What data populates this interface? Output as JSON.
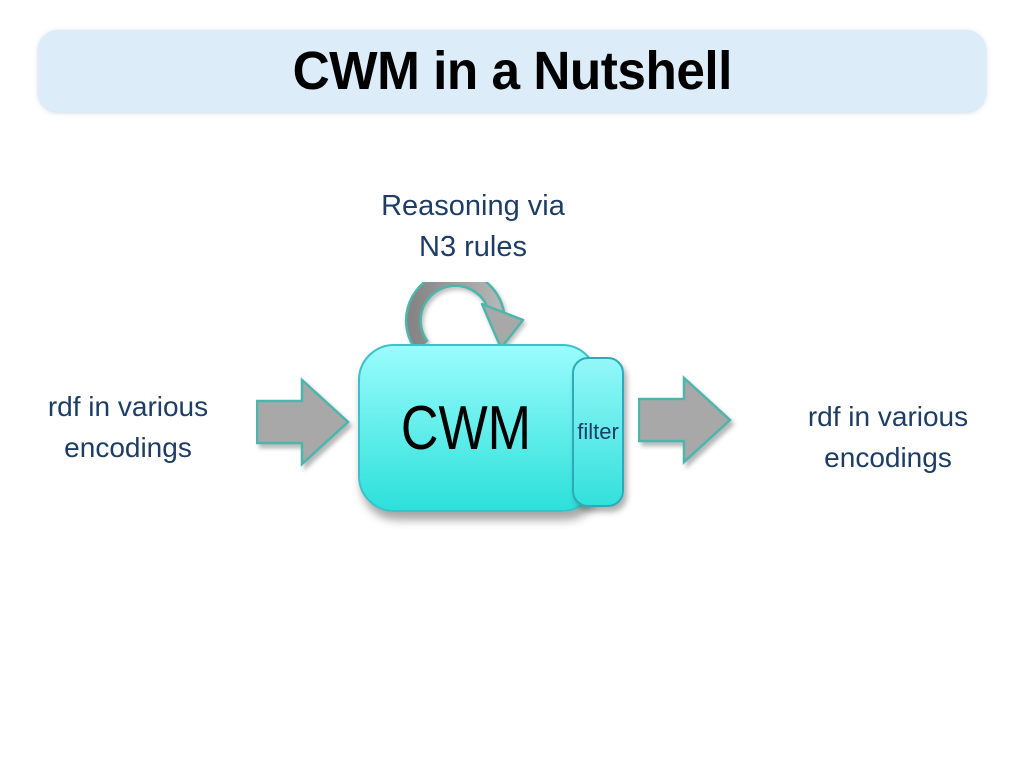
{
  "slide": {
    "title": "CWM in a Nutshell",
    "reasoning_label": {
      "line1": "Reasoning via",
      "line2": "N3 rules"
    },
    "input_label": {
      "line1": "rdf in various",
      "line2": "encodings"
    },
    "output_label": {
      "line1": "rdf in various",
      "line2": "encodings"
    },
    "cwm_box_label": "CWM",
    "filter_tab_label": "filter"
  },
  "icons": {
    "loop_arrow": "loop-arrow-icon",
    "input_arrow": "right-block-arrow-icon",
    "output_arrow": "right-block-arrow-icon"
  },
  "colors": {
    "title_background": "#dcecf9",
    "heading_text": "#000000",
    "label_text": "#1e3d66",
    "box_gradient_top": "#9afcfd",
    "box_gradient_bottom": "#2de0da",
    "box_border": "#3fbfca",
    "filter_border": "#2fa9b9",
    "arrow_fill": "#a8a8a8",
    "arrow_border": "#4db6ac"
  }
}
